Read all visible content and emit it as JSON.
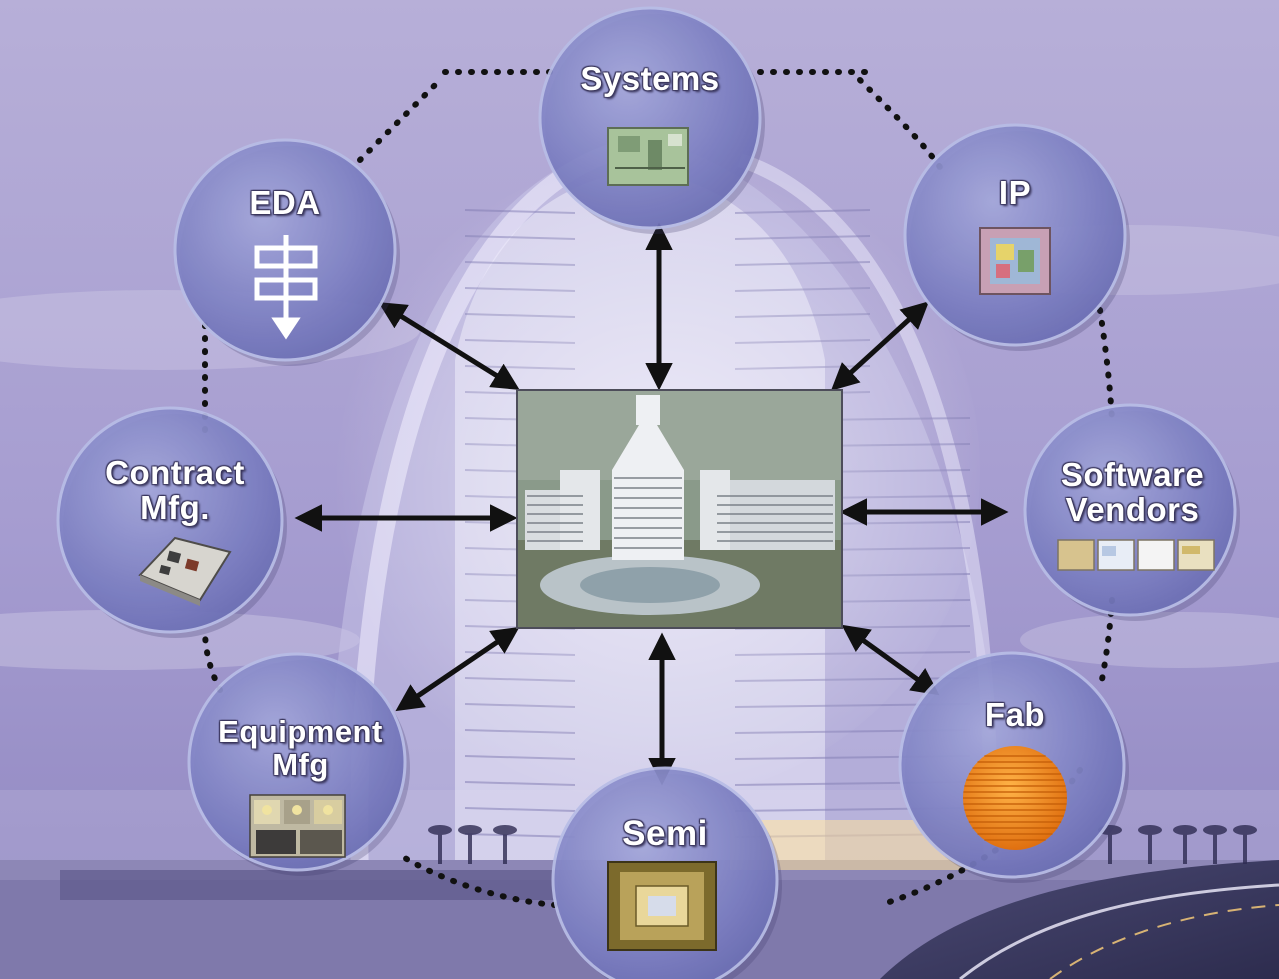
{
  "diagram": {
    "center_node": {
      "icon": "building-complex-image"
    },
    "nodes": [
      {
        "id": "systems",
        "label_lines": [
          "Systems"
        ],
        "icon": "circuit-board-icon"
      },
      {
        "id": "ip",
        "label_lines": [
          "IP"
        ],
        "icon": "ip-chip-icon"
      },
      {
        "id": "software",
        "label_lines": [
          "Software",
          "Vendors"
        ],
        "icon": "software-screens-icon"
      },
      {
        "id": "fab",
        "label_lines": [
          "Fab"
        ],
        "icon": "wafer-icon"
      },
      {
        "id": "semi",
        "label_lines": [
          "Semi"
        ],
        "icon": "chip-package-icon"
      },
      {
        "id": "equipment",
        "label_lines": [
          "Equipment",
          "Mfg"
        ],
        "icon": "equipment-photos-icon"
      },
      {
        "id": "contract",
        "label_lines": [
          "Contract",
          "Mfg."
        ],
        "icon": "pcb-assembly-icon"
      },
      {
        "id": "eda",
        "label_lines": [
          "EDA"
        ],
        "icon": "eda-flow-icon"
      }
    ],
    "connections": "bidirectional arrows from center to every node; dotted ring joins the nodes",
    "colors": {
      "sky_top": "#b7afd8",
      "sky_bottom": "#8f86c0",
      "node_fill": "#7c7fc2",
      "node_edge": "#b8bde6",
      "arrow": "#111111",
      "dots": "#111111",
      "label_text": "#ffffff",
      "wafer": "#f08a1a"
    }
  }
}
